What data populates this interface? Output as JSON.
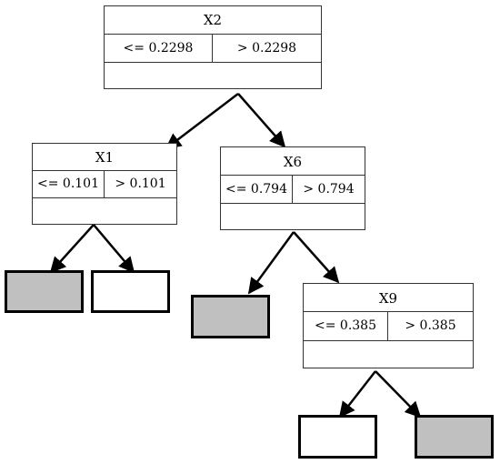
{
  "colors": {
    "leaf_shaded": "#c0c0c0",
    "leaf_plain": "#ffffff",
    "line": "#000000"
  },
  "nodes": {
    "root": {
      "variable": "X2",
      "left_condition": "<= 0.2298",
      "right_condition": "> 0.2298"
    },
    "x1": {
      "variable": "X1",
      "left_condition": "<= 0.101",
      "right_condition": "> 0.101"
    },
    "x6": {
      "variable": "X6",
      "left_condition": "<= 0.794",
      "right_condition": "> 0.794"
    },
    "x9": {
      "variable": "X9",
      "left_condition": "<= 0.385",
      "right_condition": "> 0.385"
    }
  },
  "leaves": {
    "x1_left": {
      "shaded": true
    },
    "x1_right": {
      "shaded": false
    },
    "x6_left": {
      "shaded": true
    },
    "x9_left": {
      "shaded": false
    },
    "x9_right": {
      "shaded": true
    }
  }
}
